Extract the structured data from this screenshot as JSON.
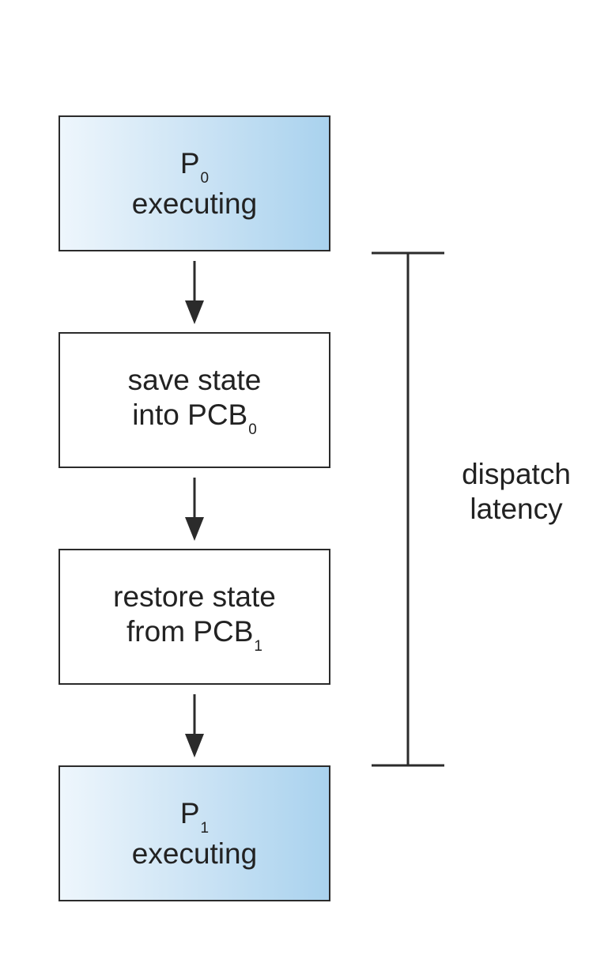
{
  "boxes": {
    "p0": {
      "name": "P",
      "subscript": "0",
      "text": "executing"
    },
    "save": {
      "line1": "save state",
      "line2": "into PCB",
      "subscript": "0"
    },
    "restore": {
      "line1": "restore state",
      "line2": "from PCB",
      "subscript": "1"
    },
    "p1": {
      "name": "P",
      "subscript": "1",
      "text": "executing"
    }
  },
  "latency": {
    "line1": "dispatch",
    "line2": "latency"
  },
  "colors": {
    "exec_gradient_start": "#eef6fc",
    "exec_gradient_end": "#a9d2ee",
    "stroke": "#2b2b2b"
  }
}
